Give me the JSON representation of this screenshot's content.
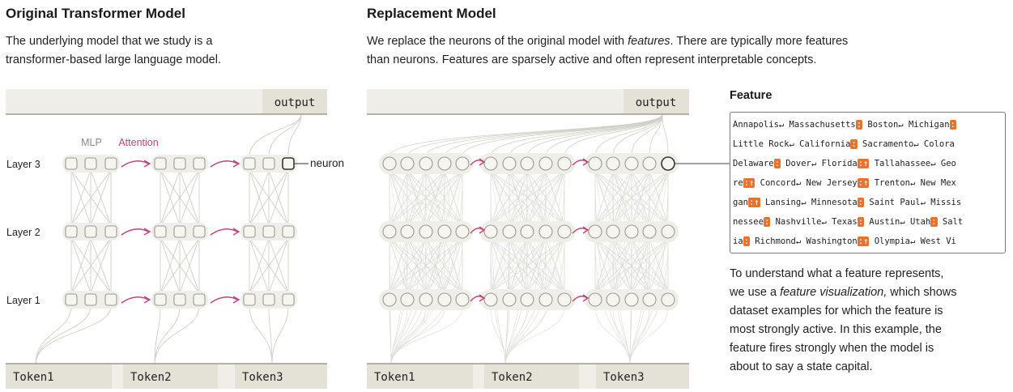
{
  "left": {
    "title": "Original Transformer Model",
    "description_line1": "The underlying model that we study is a",
    "description_line2": "transformer-based large language model.",
    "output_label": "output",
    "mlp_label": "MLP",
    "attention_label": "Attention",
    "neuron_label": "neuron",
    "layer_labels": [
      "Layer 3",
      "Layer 2",
      "Layer 1"
    ],
    "tokens": [
      "Token1",
      "Token2",
      "Token3"
    ]
  },
  "right": {
    "title": "Replacement Model",
    "description_line1_pre": "We replace the neurons of the original model with ",
    "description_line1_em": "features",
    "description_line1_post": ". There are typically more features",
    "description_line2": "than neurons. Features are sparsely active and often represent interpretable concepts.",
    "output_label": "output",
    "tokens": [
      "Token1",
      "Token2",
      "Token3"
    ]
  },
  "feature_panel": {
    "title": "Feature",
    "explanation": [
      "To understand what a feature represents,",
      "dataset examples for which the feature is",
      "most strongly active. In this example, the",
      "feature fires strongly when the model is",
      "about to say a state capital."
    ],
    "explanation_line2_pre": "we use a ",
    "explanation_line2_em": "feature visualization,",
    "explanation_line2_post": " which shows",
    "rows": [
      "Annapolis↵ Massachusetts: Boston↵ Michigan:",
      " Little Rock↵ California: Sacramento↵ Colora",
      "Delaware: Dover↵ Florida:↑ Tallahassee↵ Geo",
      "re:↑ Concord↵ New Jersey:↑ Trenton↵ New Mex",
      "gan:↑ Lansing↵ Minnesota: Saint Paul↵ Missis",
      "nessee: Nashville↵ Texas: Austin↵ Utah: Salt",
      "ia: Richmond↵ Washington:↑ Olympia↵ West Vi"
    ]
  },
  "colors": {
    "band": "#efeee8",
    "token_bg": "#e4e1d7",
    "output_bg": "#e4e1d7",
    "node_stroke": "#9a9a93",
    "attention": "#c0457a",
    "highlight": "#f9d3b5",
    "highlight_strong": "#e8722e"
  }
}
